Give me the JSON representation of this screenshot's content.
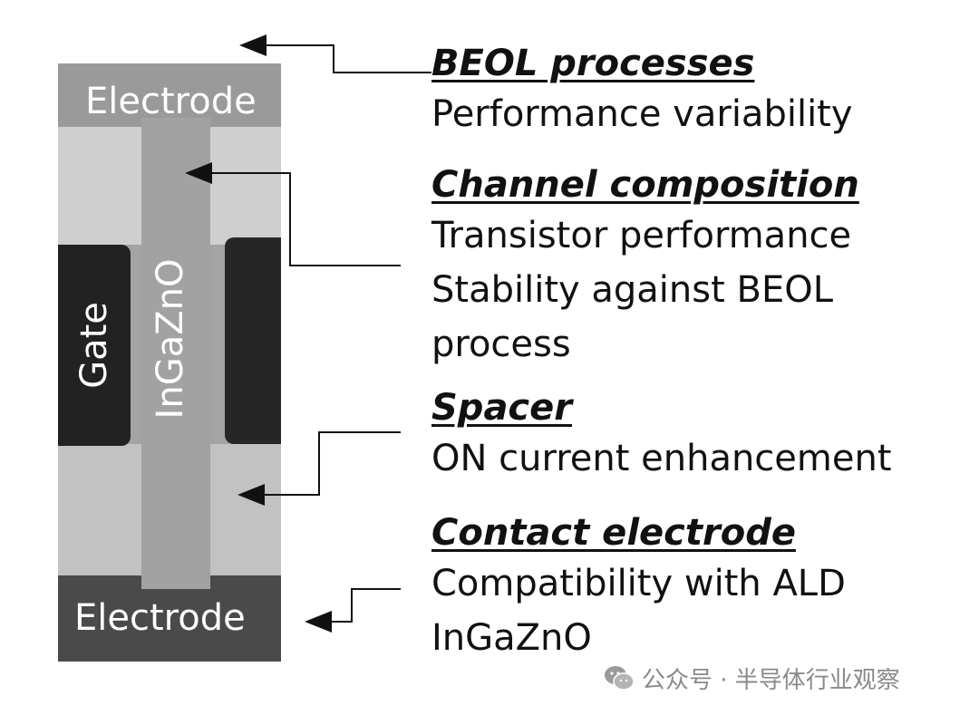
{
  "tem_image": {
    "electrode_top_label": "Electrode",
    "electrode_bottom_label": "Electrode",
    "gate_label": "Gate",
    "channel_label": "InGaZnO"
  },
  "annotations": {
    "beol": {
      "heading": "BEOL processes",
      "lines": [
        "Performance variability"
      ]
    },
    "channel": {
      "heading": "Channel composition",
      "lines": [
        "Transistor performance",
        "Stability against BEOL",
        "process"
      ]
    },
    "spacer": {
      "heading": "Spacer",
      "lines": [
        "ON current enhancement"
      ]
    },
    "contact": {
      "heading": "Contact electrode",
      "lines": [
        "Compatibility with ALD",
        "InGaZnO"
      ]
    }
  },
  "watermark": {
    "icon": "wechat-icon",
    "text": "公众号 · 半导体行业观察"
  },
  "colors": {
    "text": "#111111",
    "watermark": "#8a8a8a",
    "label_on_image": "#ffffff"
  }
}
